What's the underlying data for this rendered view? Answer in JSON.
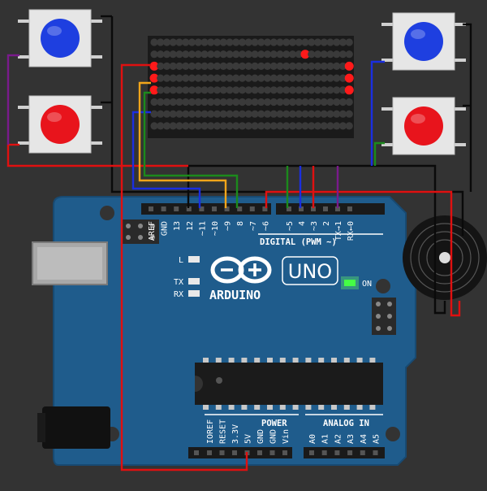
{
  "board": {
    "brand": "ARDUINO",
    "model": "UNO",
    "on_label": "ON",
    "digital_header": "DIGITAL (PWM ~)",
    "power_header": "POWER",
    "analog_header": "ANALOG IN",
    "led_l": "L",
    "led_tx": "TX",
    "led_rx": "RX",
    "digital_pins": [
      "AREF",
      "GND",
      "13",
      "12",
      "~11",
      "~10",
      "~9",
      "8",
      "~7",
      "~6",
      "~5",
      "4",
      "~3",
      "2",
      "TX→1",
      "RX←0"
    ],
    "power_pins": [
      "IOREF",
      "RESET",
      "3.3V",
      "5V",
      "GND",
      "GND",
      "Vin"
    ],
    "analog_pins": [
      "A0",
      "A1",
      "A2",
      "A3",
      "A4",
      "A5"
    ]
  },
  "components": {
    "button_colors": {
      "blue": "#1e3fe0",
      "red": "#e8141c"
    },
    "matrix": {
      "lit_leds": [
        [
          2,
          0
        ],
        [
          3,
          0
        ],
        [
          4,
          0
        ],
        [
          2,
          31
        ],
        [
          3,
          31
        ],
        [
          4,
          31
        ],
        [
          1,
          24
        ]
      ]
    }
  },
  "colors": {
    "board": "#1f5c8c",
    "wire_red": "#e01010",
    "wire_black": "#0a0a0a",
    "wire_blue": "#1a2ee0",
    "wire_green": "#1c8a1c",
    "wire_orange": "#f2a51a",
    "wire_purple": "#7a1a8c",
    "led_on": "#33ff33"
  }
}
